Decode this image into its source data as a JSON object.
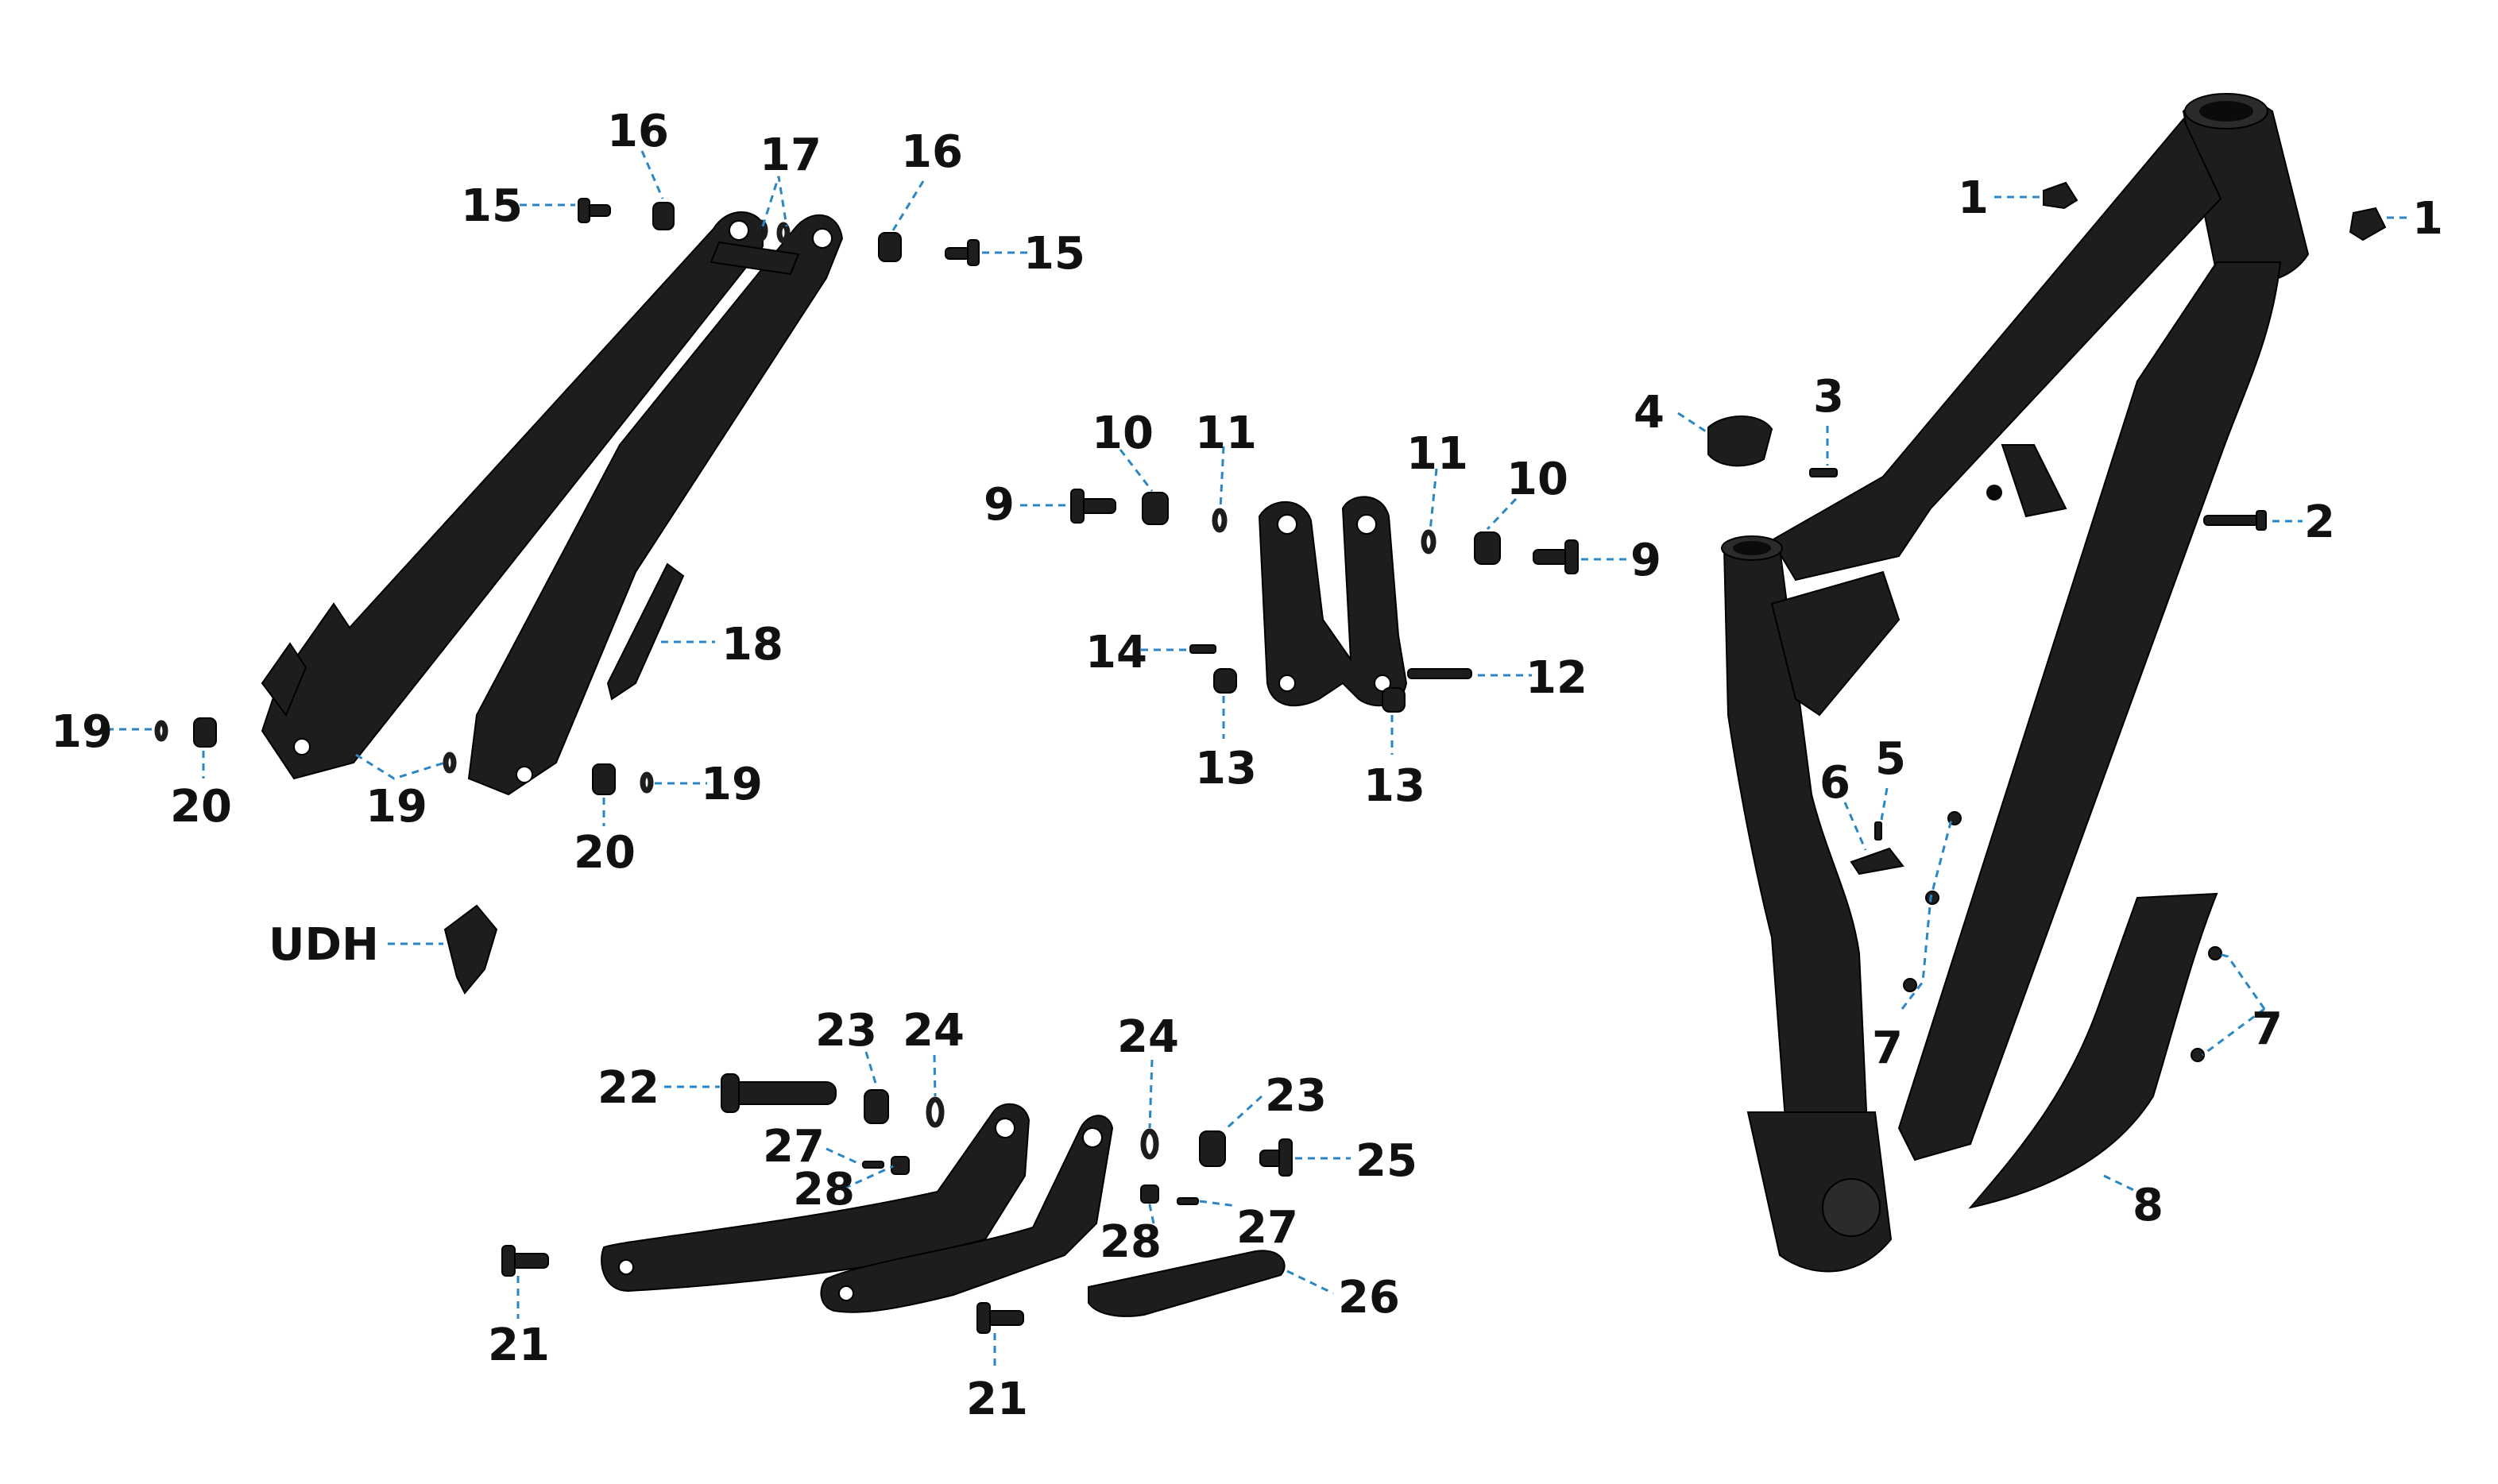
{
  "callouts": [
    {
      "id": "c1a",
      "text": "1"
    },
    {
      "id": "c1b",
      "text": "1"
    },
    {
      "id": "c2",
      "text": "2"
    },
    {
      "id": "c3",
      "text": "3"
    },
    {
      "id": "c4",
      "text": "4"
    },
    {
      "id": "c5",
      "text": "5"
    },
    {
      "id": "c6",
      "text": "6"
    },
    {
      "id": "c7a",
      "text": "7"
    },
    {
      "id": "c7b",
      "text": "7"
    },
    {
      "id": "c8",
      "text": "8"
    },
    {
      "id": "c9a",
      "text": "9"
    },
    {
      "id": "c9b",
      "text": "9"
    },
    {
      "id": "c10a",
      "text": "10"
    },
    {
      "id": "c10b",
      "text": "10"
    },
    {
      "id": "c11a",
      "text": "11"
    },
    {
      "id": "c11b",
      "text": "11"
    },
    {
      "id": "c12",
      "text": "12"
    },
    {
      "id": "c13a",
      "text": "13"
    },
    {
      "id": "c13b",
      "text": "13"
    },
    {
      "id": "c14",
      "text": "14"
    },
    {
      "id": "c15a",
      "text": "15"
    },
    {
      "id": "c15b",
      "text": "15"
    },
    {
      "id": "c16a",
      "text": "16"
    },
    {
      "id": "c16b",
      "text": "16"
    },
    {
      "id": "c17",
      "text": "17"
    },
    {
      "id": "c18",
      "text": "18"
    },
    {
      "id": "c19a",
      "text": "19"
    },
    {
      "id": "c19b",
      "text": "19"
    },
    {
      "id": "c19c",
      "text": "19"
    },
    {
      "id": "c20a",
      "text": "20"
    },
    {
      "id": "c20b",
      "text": "20"
    },
    {
      "id": "c21a",
      "text": "21"
    },
    {
      "id": "c21b",
      "text": "21"
    },
    {
      "id": "c22",
      "text": "22"
    },
    {
      "id": "c23a",
      "text": "23"
    },
    {
      "id": "c23b",
      "text": "23"
    },
    {
      "id": "c24a",
      "text": "24"
    },
    {
      "id": "c24b",
      "text": "24"
    },
    {
      "id": "c25",
      "text": "25"
    },
    {
      "id": "c26",
      "text": "26"
    },
    {
      "id": "c27a",
      "text": "27"
    },
    {
      "id": "c27b",
      "text": "27"
    },
    {
      "id": "c28a",
      "text": "28"
    },
    {
      "id": "c28b",
      "text": "28"
    },
    {
      "id": "cudh",
      "text": "UDH"
    }
  ],
  "colors": {
    "part": "#1d1d1d",
    "leader": "#2a86c4",
    "label": "#111111",
    "background": "#ffffff"
  }
}
